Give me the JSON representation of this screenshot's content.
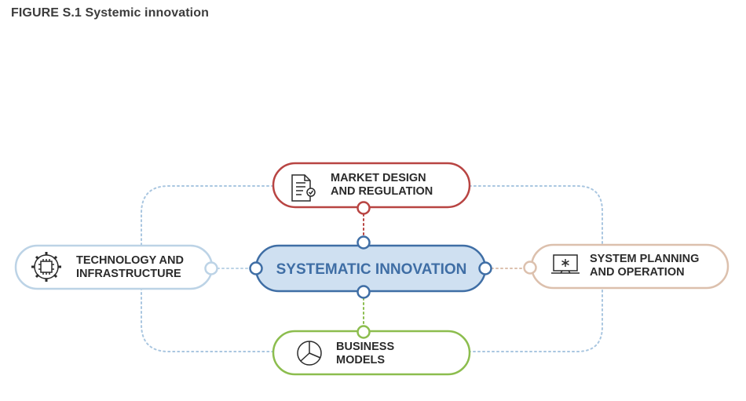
{
  "figure": {
    "title": "FIGURE S.1 Systemic innovation"
  },
  "center": {
    "label": "SYSTEMATIC INNOVATION"
  },
  "nodes": {
    "market": {
      "line1": "MARKET DESIGN",
      "line2": "AND REGULATION",
      "icon": "document-check-icon"
    },
    "technology": {
      "line1": "TECHNOLOGY AND",
      "line2": "INFRASTRUCTURE",
      "icon": "gear-chip-icon"
    },
    "system": {
      "line1": "SYSTEM PLANNING",
      "line2": "AND OPERATION",
      "icon": "monitor-icon"
    },
    "business": {
      "line1": "BUSINESS",
      "line2": "MODELS",
      "icon": "pie-chart-icon"
    }
  },
  "colors": {
    "center_stroke": "#3f6ea5",
    "center_fill": "#cfe0f1",
    "market": "#b84442",
    "technology": "#bcd3e6",
    "system": "#dcc0ad",
    "business": "#8cbd4e",
    "outer_dotted": "#a9c6e0"
  }
}
